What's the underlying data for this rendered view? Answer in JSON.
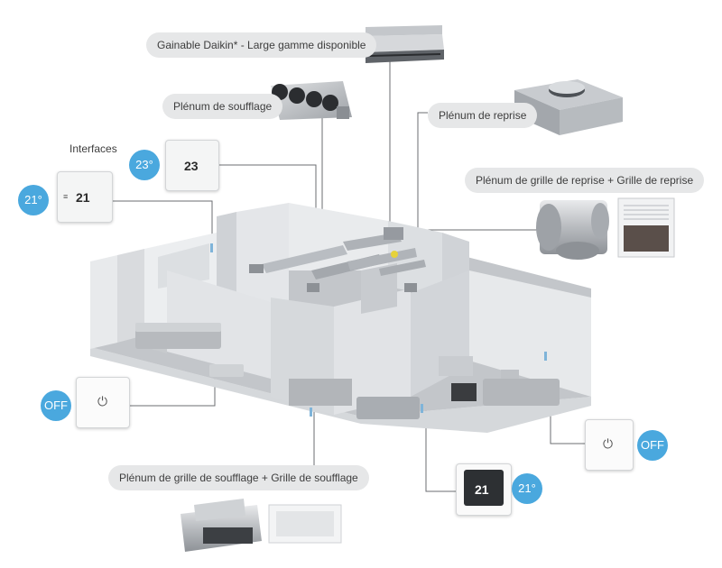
{
  "labels": {
    "gainable": "Gainable Daikin* - Large gamme disponible",
    "plenum_soufflage": "Plénum de soufflage",
    "plenum_reprise": "Plénum de reprise",
    "interfaces": "Interfaces",
    "plenum_grille_reprise": "Plénum de grille de reprise + Grille de reprise",
    "plenum_grille_soufflage": "Plénum de grille de soufflage + Grille de soufflage"
  },
  "badges": {
    "temp_21_left": "21°",
    "temp_23": "23°",
    "off_left": "OFF",
    "off_right": "OFF",
    "temp_21_right": "21°"
  },
  "thermostats": {
    "left_display": "21",
    "top_display": "23",
    "bottom_display": "21"
  },
  "colors": {
    "badge_blue": "#4aa8de",
    "label_bg": "#e6e7e8",
    "wall_light": "#e3e5e7",
    "wall_shade": "#c9ccd0",
    "floor": "#b9bcc1"
  }
}
